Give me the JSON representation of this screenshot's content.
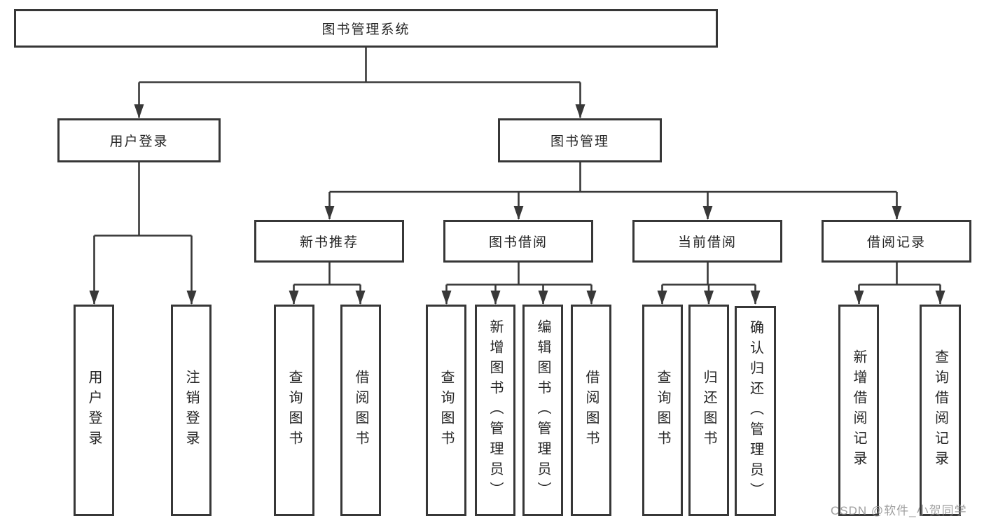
{
  "tree": {
    "root": "图书管理系统",
    "branches": [
      {
        "label": "用户登录",
        "children": [
          "用户登录",
          "注销登录"
        ]
      },
      {
        "label": "图书管理",
        "groups": [
          {
            "label": "新书推荐",
            "children": [
              "查询图书",
              "借阅图书"
            ]
          },
          {
            "label": "图书借阅",
            "children": [
              "查询图书",
              "新增图书（管理员）",
              "编辑图书（管理员）",
              "借阅图书"
            ]
          },
          {
            "label": "当前借阅",
            "children": [
              "查询图书",
              "归还图书",
              "确认归还（管理员）"
            ]
          },
          {
            "label": "借阅记录",
            "children": [
              "新增借阅记录",
              "查询借阅记录"
            ]
          }
        ]
      }
    ]
  },
  "watermark": "CSDN @软件_小贺同学",
  "colors": {
    "line": "#383838",
    "box_border": "#373737",
    "text": "#262626",
    "watermark": "#8f8f8f",
    "background": "#ffffff"
  }
}
